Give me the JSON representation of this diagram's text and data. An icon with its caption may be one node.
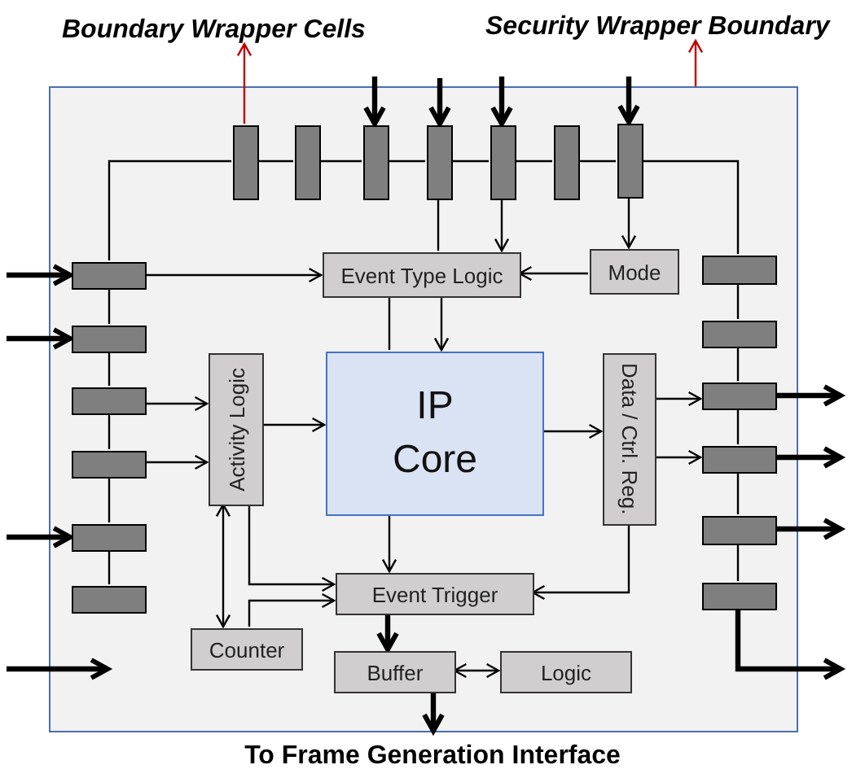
{
  "diagram": {
    "caption": "To Frame Generation Interface",
    "nodes": [
      {
        "text": [
          "Boundary Wrapper Cells"
        ]
      },
      {
        "text": [
          "Security Wrapper Boundary"
        ]
      },
      {
        "text": [],
        "shape": "box"
      },
      {
        "text": [],
        "shape": "box",
        "in": 2
      },
      {
        "text": [],
        "shape": "box",
        "in": 2
      },
      {
        "text": [],
        "shape": "box",
        "in": 2
      },
      {
        "text": [],
        "shape": "box",
        "in": 2
      },
      {
        "text": [],
        "shape": "box",
        "in": 2
      },
      {
        "text": [],
        "shape": "box",
        "in": 2
      },
      {
        "text": [],
        "shape": "box",
        "in": 2
      },
      {
        "text": [],
        "shape": "box",
        "in": 2
      },
      {
        "text": [],
        "shape": "box",
        "in": 2
      },
      {
        "text": [],
        "shape": "box",
        "in": 2
      },
      {
        "text": [],
        "shape": "box",
        "in": 2
      },
      {
        "text": [],
        "shape": "box",
        "in": 2
      },
      {
        "text": [],
        "shape": "box",
        "in": 2
      },
      {
        "text": [],
        "shape": "box",
        "in": 2
      },
      {
        "text": [],
        "shape": "box",
        "in": 2
      },
      {
        "text": [],
        "shape": "box",
        "in": 2
      },
      {
        "text": [],
        "shape": "box",
        "in": 2
      },
      {
        "text": [],
        "shape": "box",
        "in": 2
      },
      {
        "text": [],
        "shape": "box",
        "in": 2
      },
      {
        "text": [
          "Event Type Logic"
        ],
        "in": 2
      },
      {
        "text": [
          "Mode"
        ],
        "in": 2
      },
      {
        "text": [
          "Activity Logic"
        ],
        "in": 2
      },
      {
        "text": [
          "IP Core"
        ],
        "in": 2
      },
      {
        "text": [
          "Data / Ctrl. Reg."
        ],
        "in": 2
      },
      {
        "text": [
          "Event Trigger"
        ],
        "in": 2
      },
      {
        "text": [
          "Counter"
        ],
        "in": 2
      },
      {
        "text": [
          "Buffer"
        ],
        "in": 2
      },
      {
        "text": [
          "Logic"
        ],
        "in": 2
      }
    ],
    "edges": [
      {
        "from": 3,
        "to": 0,
        "arrow": "to",
        "color": "#c00000"
      },
      {
        "from": 2,
        "to": 1,
        "arrow": "to",
        "color": "#c00000"
      },
      {
        "from": null,
        "to": 5,
        "arrow": "to",
        "style": "thick"
      },
      {
        "from": null,
        "to": 6,
        "arrow": "to",
        "style": "thick"
      },
      {
        "from": null,
        "to": 7,
        "arrow": "to",
        "style": "thick"
      },
      {
        "from": null,
        "to": 9,
        "arrow": "to",
        "style": "thick"
      },
      {
        "from": 10,
        "to": 3,
        "arrow": "none"
      },
      {
        "from": 3,
        "to": 4,
        "arrow": "none"
      },
      {
        "from": 4,
        "to": 5,
        "arrow": "none"
      },
      {
        "from": 5,
        "to": 6,
        "arrow": "none"
      },
      {
        "from": 6,
        "to": 7,
        "arrow": "none"
      },
      {
        "from": 7,
        "to": 8,
        "arrow": "none"
      },
      {
        "from": 8,
        "to": 9,
        "arrow": "none"
      },
      {
        "from": 9,
        "to": 16,
        "arrow": "none"
      },
      {
        "from": 10,
        "to": 11,
        "arrow": "none"
      },
      {
        "from": 11,
        "to": 12,
        "arrow": "none"
      },
      {
        "from": 12,
        "to": 13,
        "arrow": "none"
      },
      {
        "from": 13,
        "to": 14,
        "arrow": "none"
      },
      {
        "from": 14,
        "to": 15,
        "arrow": "none"
      },
      {
        "from": 16,
        "to": 17,
        "arrow": "none"
      },
      {
        "from": 17,
        "to": 18,
        "arrow": "none"
      },
      {
        "from": 18,
        "to": 19,
        "arrow": "none"
      },
      {
        "from": 19,
        "to": 20,
        "arrow": "none"
      },
      {
        "from": 20,
        "to": 21,
        "arrow": "none"
      },
      {
        "from": 6,
        "to": 22,
        "arrow": "none"
      },
      {
        "from": 7,
        "to": 22,
        "arrow": "to"
      },
      {
        "from": 9,
        "to": 23,
        "arrow": "to"
      },
      {
        "from": 23,
        "to": 22,
        "arrow": "to"
      },
      {
        "from": 10,
        "to": 22,
        "arrow": "to"
      },
      {
        "from": 22,
        "to": 25,
        "arrow": "to"
      },
      {
        "from": 22,
        "to": 25,
        "arrow": "none"
      },
      {
        "from": 12,
        "to": 24,
        "arrow": "to"
      },
      {
        "from": 13,
        "to": 24,
        "arrow": "to"
      },
      {
        "from": 24,
        "to": 25,
        "arrow": "to"
      },
      {
        "from": 25,
        "to": 26,
        "arrow": "to"
      },
      {
        "from": 26,
        "to": 18,
        "arrow": "to"
      },
      {
        "from": 26,
        "to": 19,
        "arrow": "to"
      },
      {
        "from": 18,
        "to": null,
        "arrow": "to",
        "style": "thick"
      },
      {
        "from": 19,
        "to": null,
        "arrow": "to",
        "style": "thick"
      },
      {
        "from": 20,
        "to": null,
        "arrow": "to",
        "style": "thick"
      },
      {
        "from": 21,
        "to": null,
        "arrow": "to",
        "style": "thick"
      },
      {
        "from": null,
        "to": 10,
        "arrow": "to",
        "style": "thick"
      },
      {
        "from": null,
        "to": 11,
        "arrow": "to",
        "style": "thick"
      },
      {
        "from": null,
        "to": 14,
        "arrow": "to",
        "style": "thick"
      },
      {
        "from": null,
        "to": 15,
        "arrow": "to",
        "style": "thick"
      },
      {
        "from": 24,
        "to": 28,
        "arrow": "both"
      },
      {
        "from": 24,
        "to": 27,
        "arrow": "to"
      },
      {
        "from": 28,
        "to": 27,
        "arrow": "to"
      },
      {
        "from": 25,
        "to": 27,
        "arrow": "to"
      },
      {
        "from": 26,
        "to": 27,
        "arrow": "to"
      },
      {
        "from": 27,
        "to": 29,
        "arrow": "to",
        "style": "thick"
      },
      {
        "from": 29,
        "to": 30,
        "arrow": "both"
      },
      {
        "from": 29,
        "to": null,
        "arrow": "to",
        "style": "thick"
      }
    ]
  }
}
